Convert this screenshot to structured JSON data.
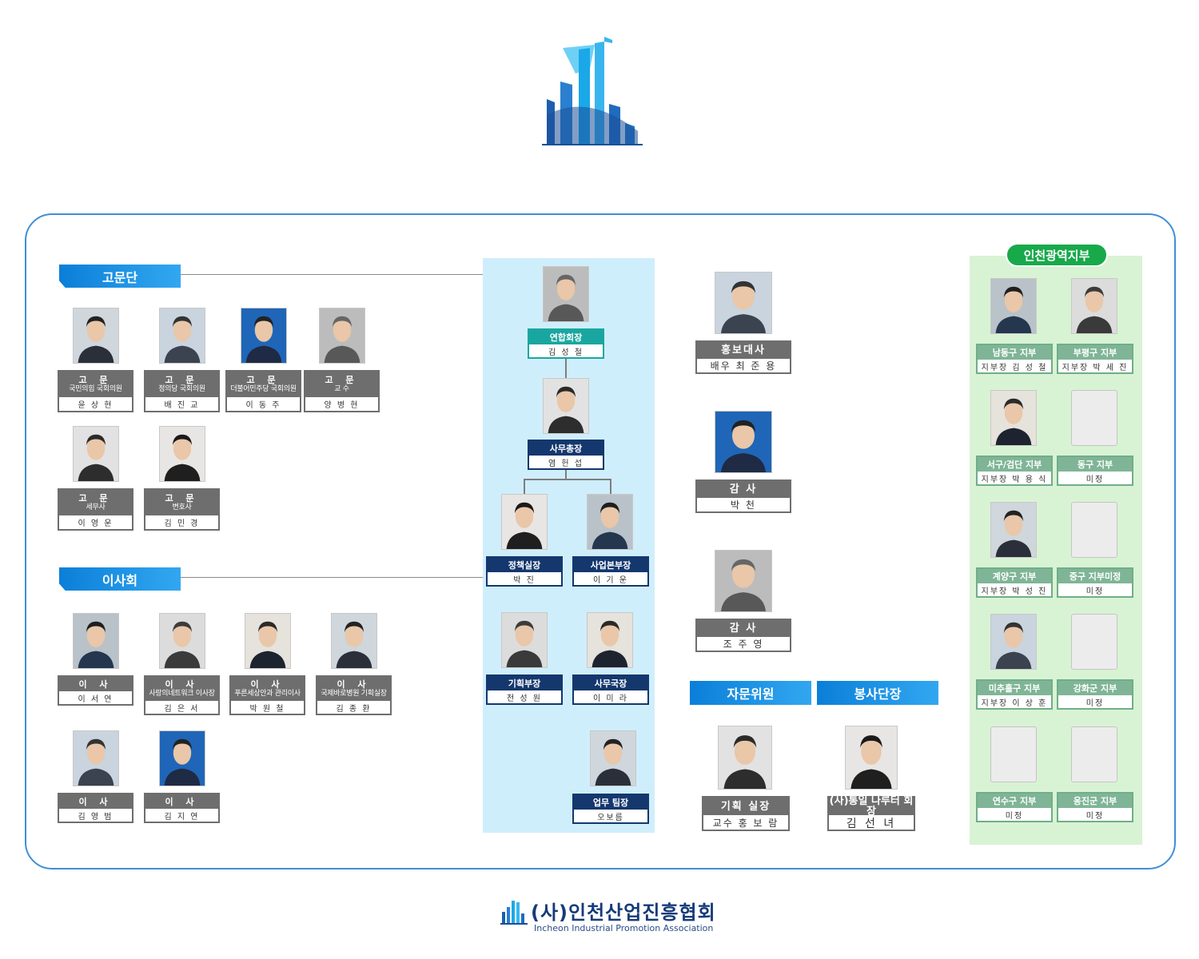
{
  "colors": {
    "frame": "#3f8fd6",
    "banner": "#0b7fd8",
    "navy": "#14376e",
    "teal": "#1aa6a0",
    "gray_plate": "#6e6e6e",
    "center_bg": "#cfeefb",
    "right_bg": "#d8f3d3",
    "green_badge": "#18a94a",
    "green_plate": "#7fb596"
  },
  "sections": {
    "advisors_title": "고문단",
    "board_title": "이사회",
    "consult_title": "자문위원",
    "volunteer_title": "봉사단장",
    "branch_title": "인천광역지부"
  },
  "advisors": [
    {
      "role": "고 문",
      "sub": "국민의힘 국회의원",
      "name": "윤 상 현"
    },
    {
      "role": "고 문",
      "sub": "정의당 국회의원",
      "name": "배 진 교"
    },
    {
      "role": "고 문",
      "sub": "더불어민주당 국회의원",
      "name": "이 동 주"
    },
    {
      "role": "고 문",
      "sub": "교 수",
      "name": "양 병 현"
    },
    {
      "role": "고 문",
      "sub": "세무사",
      "name": "이 영 운"
    },
    {
      "role": "고 문",
      "sub": "변호사",
      "name": "김 민 경"
    }
  ],
  "board": [
    {
      "role": "이 사",
      "sub": "",
      "name": "이 서 연"
    },
    {
      "role": "이 사",
      "sub": "사랑의네트워크 이사장",
      "name": "김 은 서"
    },
    {
      "role": "이 사",
      "sub": "푸른세상안과 관리이사",
      "name": "박 원 철"
    },
    {
      "role": "이 사",
      "sub": "국제바로병원 기획실장",
      "name": "김 종 환"
    },
    {
      "role": "이 사",
      "sub": "",
      "name": "김 영 범"
    },
    {
      "role": "이 사",
      "sub": "",
      "name": "김 지 연"
    }
  ],
  "center": {
    "chairman": {
      "role": "연합회장",
      "name": "김 성 철"
    },
    "secretary_general": {
      "role": "사무총장",
      "name": "염 헌 섭"
    },
    "policy_chief": {
      "role": "정책실장",
      "name": "박 진"
    },
    "business_head": {
      "role": "사업본부장",
      "name": "이 기 운"
    },
    "planning_manager": {
      "role": "기획부장",
      "name": "전 성 원"
    },
    "office_director": {
      "role": "사무국장",
      "name": "이 미 라"
    },
    "team_leader": {
      "role": "업무 팀장",
      "name": "오보름"
    }
  },
  "middle": {
    "ambassador": {
      "role": "홍보대사",
      "name": "배우 최 준 용"
    },
    "auditor1": {
      "role": "감 사",
      "name": "박 천"
    },
    "auditor2": {
      "role": "감 사",
      "name": "조 주 영"
    },
    "consultant": {
      "role": "기획 실장",
      "name": "교수 홍 보 람"
    },
    "volunteer": {
      "role": "(사)통일 나루터 회장",
      "name": "김 선 녀"
    }
  },
  "branches": [
    {
      "role": "남동구 지부",
      "name": "지부장 김 성 철"
    },
    {
      "role": "부평구 지부",
      "name": "지부장 박 세 진"
    },
    {
      "role": "서구/검단 지부",
      "name": "지부장 박 용 식"
    },
    {
      "role": "동구 지부",
      "name": "미정"
    },
    {
      "role": "계양구 지부",
      "name": "지부장 박 성 진"
    },
    {
      "role": "중구 지부미정",
      "name": "미정"
    },
    {
      "role": "미추홀구 지부",
      "name": "지부장 이 상 훈"
    },
    {
      "role": "강화군 지부",
      "name": "미정"
    },
    {
      "role": "연수구 지부",
      "name": "미정"
    },
    {
      "role": "옹진군 지부",
      "name": "미정"
    }
  ],
  "footer": {
    "name_ko": "(사)인천산업진흥협회",
    "name_en": "Incheon Industrial Promotion Association"
  }
}
